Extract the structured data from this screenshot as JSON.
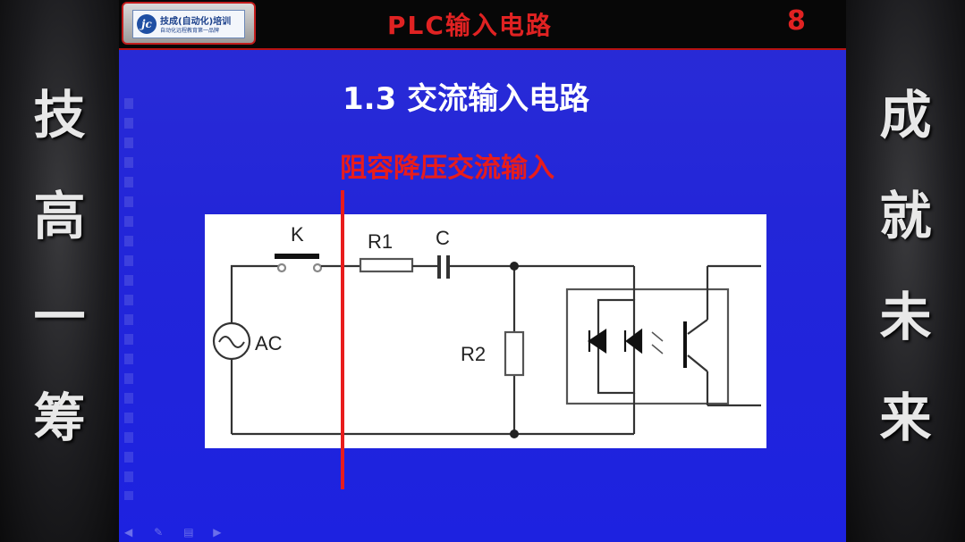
{
  "left_banner": [
    "技",
    "高",
    "一",
    "筹"
  ],
  "right_banner": [
    "成",
    "就",
    "未",
    "来"
  ],
  "logo": {
    "name": "技成(自动化)培训",
    "sub": "自动化远程教育第一品牌",
    "mark": "jc"
  },
  "slide": {
    "title": "PLC输入电路",
    "page_number": "8",
    "heading": "1.3 交流输入电路",
    "subheading": "阻容降压交流输入"
  },
  "circuit_labels": {
    "k": "K",
    "r1": "R1",
    "c": "C",
    "ac": "AC",
    "r2": "R2"
  },
  "nav_icons": [
    "arrow-left-icon",
    "pen-icon",
    "menu-icon",
    "arrow-right-icon"
  ],
  "colors": {
    "slide_bg": "#2326d8",
    "accent_red": "#e02222",
    "topbar": "#070707"
  }
}
